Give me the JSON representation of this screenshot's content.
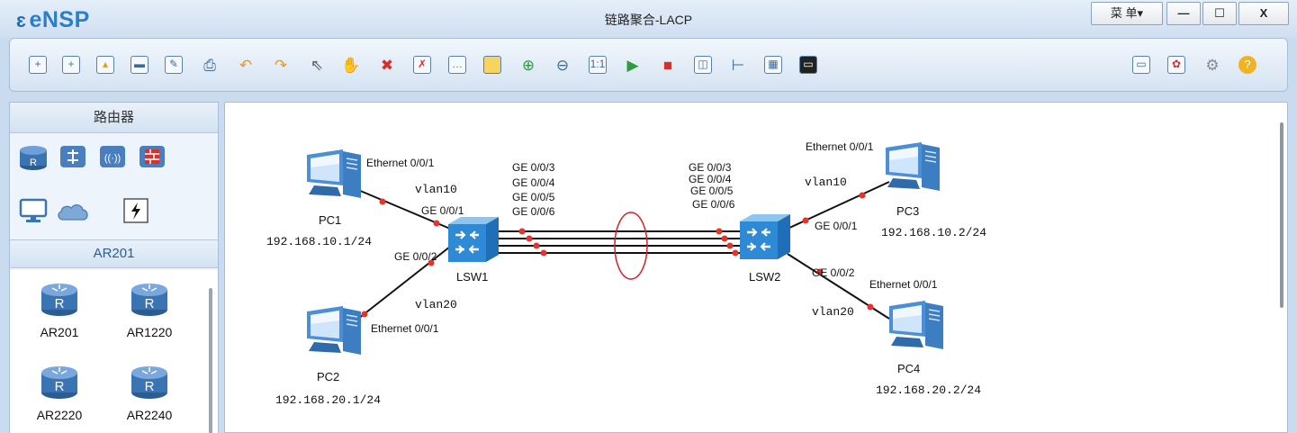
{
  "app": {
    "logo": "eNSP",
    "window_title": "链路聚合-LACP",
    "menu_label": "菜 单▾",
    "minimize_glyph": "—",
    "maximize_glyph": "☐",
    "close_glyph": "X"
  },
  "toolbar": {
    "tools": [
      "new-topology-icon",
      "new-lab-icon",
      "open-icon",
      "save-icon",
      "save-as-icon",
      "print-icon",
      "undo-icon",
      "redo-icon",
      "select-icon",
      "pan-hand-icon",
      "delete-icon",
      "delete-link-icon",
      "text-annotation-icon",
      "rectangle-icon",
      "zoom-in-icon",
      "zoom-out-icon",
      "fit-view-icon",
      "start-device-icon",
      "stop-device-icon",
      "capture-icon",
      "topology-tree-icon",
      "grid-icon",
      "terminal-icon"
    ],
    "right_tools": [
      "message-icon",
      "huawei-logo-icon",
      "settings-gear-icon",
      "help-icon"
    ]
  },
  "left_panel": {
    "category_header": "路由器",
    "category_icons": [
      "router-category-icon",
      "switch-category-icon",
      "wireless-category-icon",
      "firewall-category-icon",
      "pc-category-icon",
      "cloud-category-icon",
      "other-device-category-icon"
    ],
    "group_header": "AR201",
    "devices": [
      {
        "label": "AR201"
      },
      {
        "label": "AR1220"
      },
      {
        "label": "AR2220"
      },
      {
        "label": "AR2240"
      }
    ]
  },
  "topology": {
    "nodes": [
      {
        "id": "PC1",
        "name": "PC1",
        "ip": "192.168.10.1/24"
      },
      {
        "id": "PC2",
        "name": "PC2",
        "ip": "192.168.20.1/24"
      },
      {
        "id": "PC3",
        "name": "PC3",
        "ip": "192.168.10.2/24"
      },
      {
        "id": "PC4",
        "name": "PC4",
        "ip": "192.168.20.2/24"
      },
      {
        "id": "LSW1",
        "name": "LSW1"
      },
      {
        "id": "LSW2",
        "name": "LSW2"
      }
    ],
    "labels": {
      "pc1_port": "Ethernet 0/0/1",
      "pc2_port": "Ethernet 0/0/1",
      "pc3_port": "Ethernet 0/0/1",
      "pc4_port": "Ethernet 0/0/1",
      "lsw1_g1": "GE 0/0/1",
      "lsw1_g2": "GE 0/0/2",
      "lsw2_g1": "GE 0/0/1",
      "lsw2_g2": "GE 0/0/2",
      "vlan10_left": "vlan10",
      "vlan20_left": "vlan20",
      "vlan10_right": "vlan10",
      "vlan20_right": "vlan20",
      "trunk_left": [
        "GE 0/0/3",
        "GE 0/0/4",
        "GE 0/0/5",
        "GE 0/0/6"
      ],
      "trunk_right": [
        "GE 0/0/3",
        "GE 0/0/4",
        "GE 0/0/5",
        "GE 0/0/6"
      ]
    },
    "colors": {
      "link": "#111111",
      "port_dot": "#e8322b",
      "aggregation_ellipse": "#d81f26",
      "switch_blue": "#2f8ad6"
    }
  }
}
